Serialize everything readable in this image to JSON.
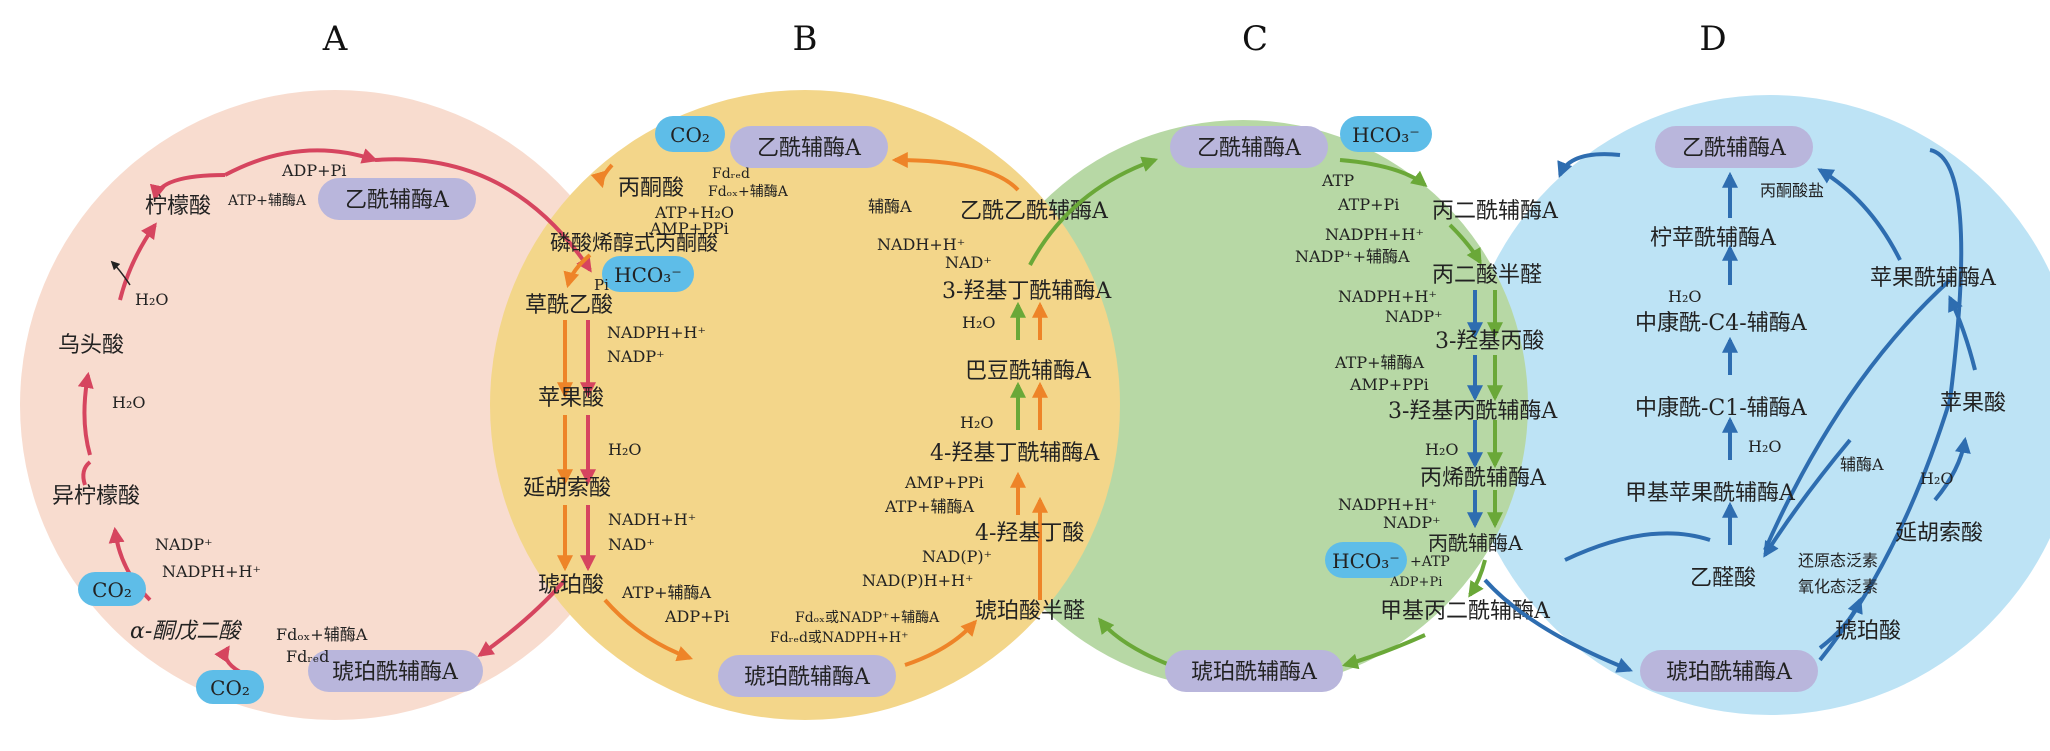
{
  "panels": {
    "A": {
      "letter": "A",
      "acetyl": "乙酰辅酶A",
      "succinyl": "琥珀酰辅酶A",
      "citrate": "柠檬酸",
      "aconitate": "乌头酸",
      "isocitrate": "异柠檬酸",
      "akg": "α-酮戊二酸",
      "h2o_1": "H₂O",
      "h2o_2": "H₂O",
      "co2_1": "CO₂",
      "co2_2": "CO₂",
      "nadp": "NADP⁺",
      "nadph": "NADPH+H⁺",
      "fdox": "Fdₒₓ+辅酶A",
      "fdred": "Fdᵣₑd",
      "adp": "ADP+Pi",
      "atp": "ATP+辅酶A"
    },
    "B": {
      "letter": "B",
      "co2": "CO₂",
      "acetyl": "乙酰辅酶A",
      "fdred": "Fdᵣₑd",
      "fdox": "Fdₒₓ+辅酶A",
      "pyruvate": "丙酮酸",
      "atp_h2o": "ATP+H₂O",
      "amp_ppi": "AMP+PPi",
      "pep": "磷酸烯醇式丙酮酸",
      "hco3": "HCO₃⁻",
      "pi": "Pi",
      "oxaloacetate": "草酰乙酸",
      "nadph": "NADPH+H⁺",
      "nadp": "NADP⁺",
      "malate": "苹果酸",
      "h2o_1": "H₂O",
      "fumarate": "延胡索酸",
      "nadh": "NADH+H⁺",
      "nad": "NAD⁺",
      "succinate": "琥珀酸",
      "atp_coa": "ATP+辅酶A",
      "adp_pi": "ADP+Pi",
      "succinyl": "琥珀酰辅酶A",
      "fd_nadp_ox": "Fdₒₓ或NADP⁺+辅酶A",
      "fd_nadp_red": "Fdᵣₑd或NADPH+H⁺",
      "succ_semi": "琥珀酸半醛",
      "nadp_p": "NAD(P)⁺",
      "nadp_h": "NAD(P)H+H⁺",
      "hydroxybutyrate": "4-羟基丁酸",
      "amp_ppi2": "AMP+PPi",
      "atp_coa2": "ATP+辅酶A",
      "hb_coa": "4-羟基丁酰辅酶A",
      "h2o_2": "H₂O",
      "crotonyl": "巴豆酰辅酶A",
      "h2o_3": "H₂O",
      "hb3_coa": "3-羟基丁酰辅酶A",
      "nadh2": "NADH+H⁺",
      "nad2": "NAD⁺",
      "acetoacetyl": "乙酰乙酰辅酶A",
      "coa": "辅酶A"
    },
    "C": {
      "letter": "C",
      "acetyl": "乙酰辅酶A",
      "hco3": "HCO₃⁻",
      "atp": "ATP",
      "atp_pi": "ATP+Pi",
      "malonyl": "丙二酰辅酶A",
      "nadph1": "NADPH+H⁺",
      "nadp_coa": "NADP⁺+辅酶A",
      "malonate_semi": "丙二酸半醛",
      "nadph2": "NADPH+H⁺",
      "nadp2": "NADP⁺",
      "hp": "3-羟基丙酸",
      "atp_coa": "ATP+辅酶A",
      "amp_ppi": "AMP+PPi",
      "hp_coa": "3-羟基丙酰辅酶A",
      "h2o": "H₂O",
      "acryloyl": "丙烯酰辅酶A",
      "nadph3": "NADPH+H⁺",
      "nadp3": "NADP⁺",
      "propionyl": "丙酰辅酶A",
      "hco3_2": "HCO₃⁻",
      "atp2": "+ATP",
      "adp_pi": "ADP+Pi",
      "methylmalonyl": "甲基丙二酰辅酶A",
      "succinyl": "琥珀酰辅酶A"
    },
    "D": {
      "letter": "D",
      "acetyl": "乙酰辅酶A",
      "pyruvate_salt": "丙酮酸盐",
      "citramalyl": "柠苹酰辅酶A",
      "h2o_1": "H₂O",
      "mesaconyl_c4": "中康酰-C4-辅酶A",
      "mesaconyl_c1": "中康酰-C1-辅酶A",
      "h2o_2": "H₂O",
      "methylmalyl": "甲基苹果酰辅酶A",
      "glyoxylate": "乙醛酸",
      "malyl": "苹果酰辅酶A",
      "malate": "苹果酸",
      "coa": "辅酶A",
      "h2o_3": "H₂O",
      "fumarate": "延胡索酸",
      "red_q": "还原态泛素",
      "ox_q": "氧化态泛素",
      "succinate": "琥珀酸",
      "succinyl": "琥珀酰辅酶A"
    }
  },
  "colors": {
    "A_bg": "#f8dccf",
    "B_bg": "#f3d68a",
    "C_bg": "#b7d8a5",
    "D_bg": "#bde3f5",
    "A_arrow": "#d6455f",
    "B_arrow": "#ee8428",
    "C_arrow": "#6aa838",
    "D_arrow": "#2e6db0",
    "pill_purple": "#b9b6dc",
    "pill_blue": "#5ebde8"
  }
}
